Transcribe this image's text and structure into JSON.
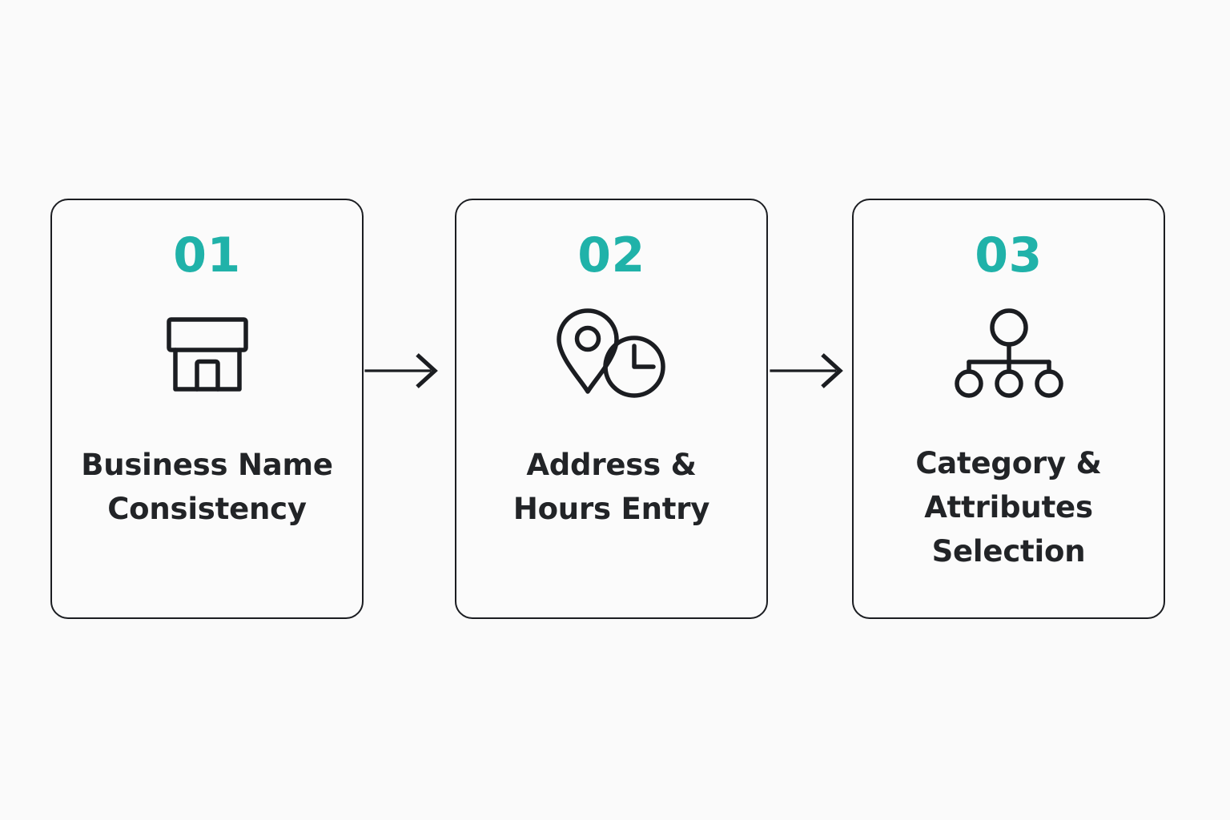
{
  "theme": {
    "background": "#fafafa",
    "card_background": "#fbfbfb",
    "border_color": "#1b1d21",
    "accent_color": "#20b2a9",
    "text_color": "#222427"
  },
  "diagram": {
    "type": "process-flow",
    "orientation": "horizontal",
    "step_count": 3,
    "steps": [
      {
        "number": "01",
        "title": "Business Name\nConsistency",
        "icon": "storefront-icon"
      },
      {
        "number": "02",
        "title": "Address &\nHours Entry",
        "icon": "location-pin-clock-icon"
      },
      {
        "number": "03",
        "title": "Category &\nAttributes\nSelection",
        "icon": "hierarchy-icon"
      }
    ],
    "connectors": [
      {
        "from": "01",
        "to": "02",
        "icon": "arrow-right-icon"
      },
      {
        "from": "02",
        "to": "03",
        "icon": "arrow-right-icon"
      }
    ]
  }
}
